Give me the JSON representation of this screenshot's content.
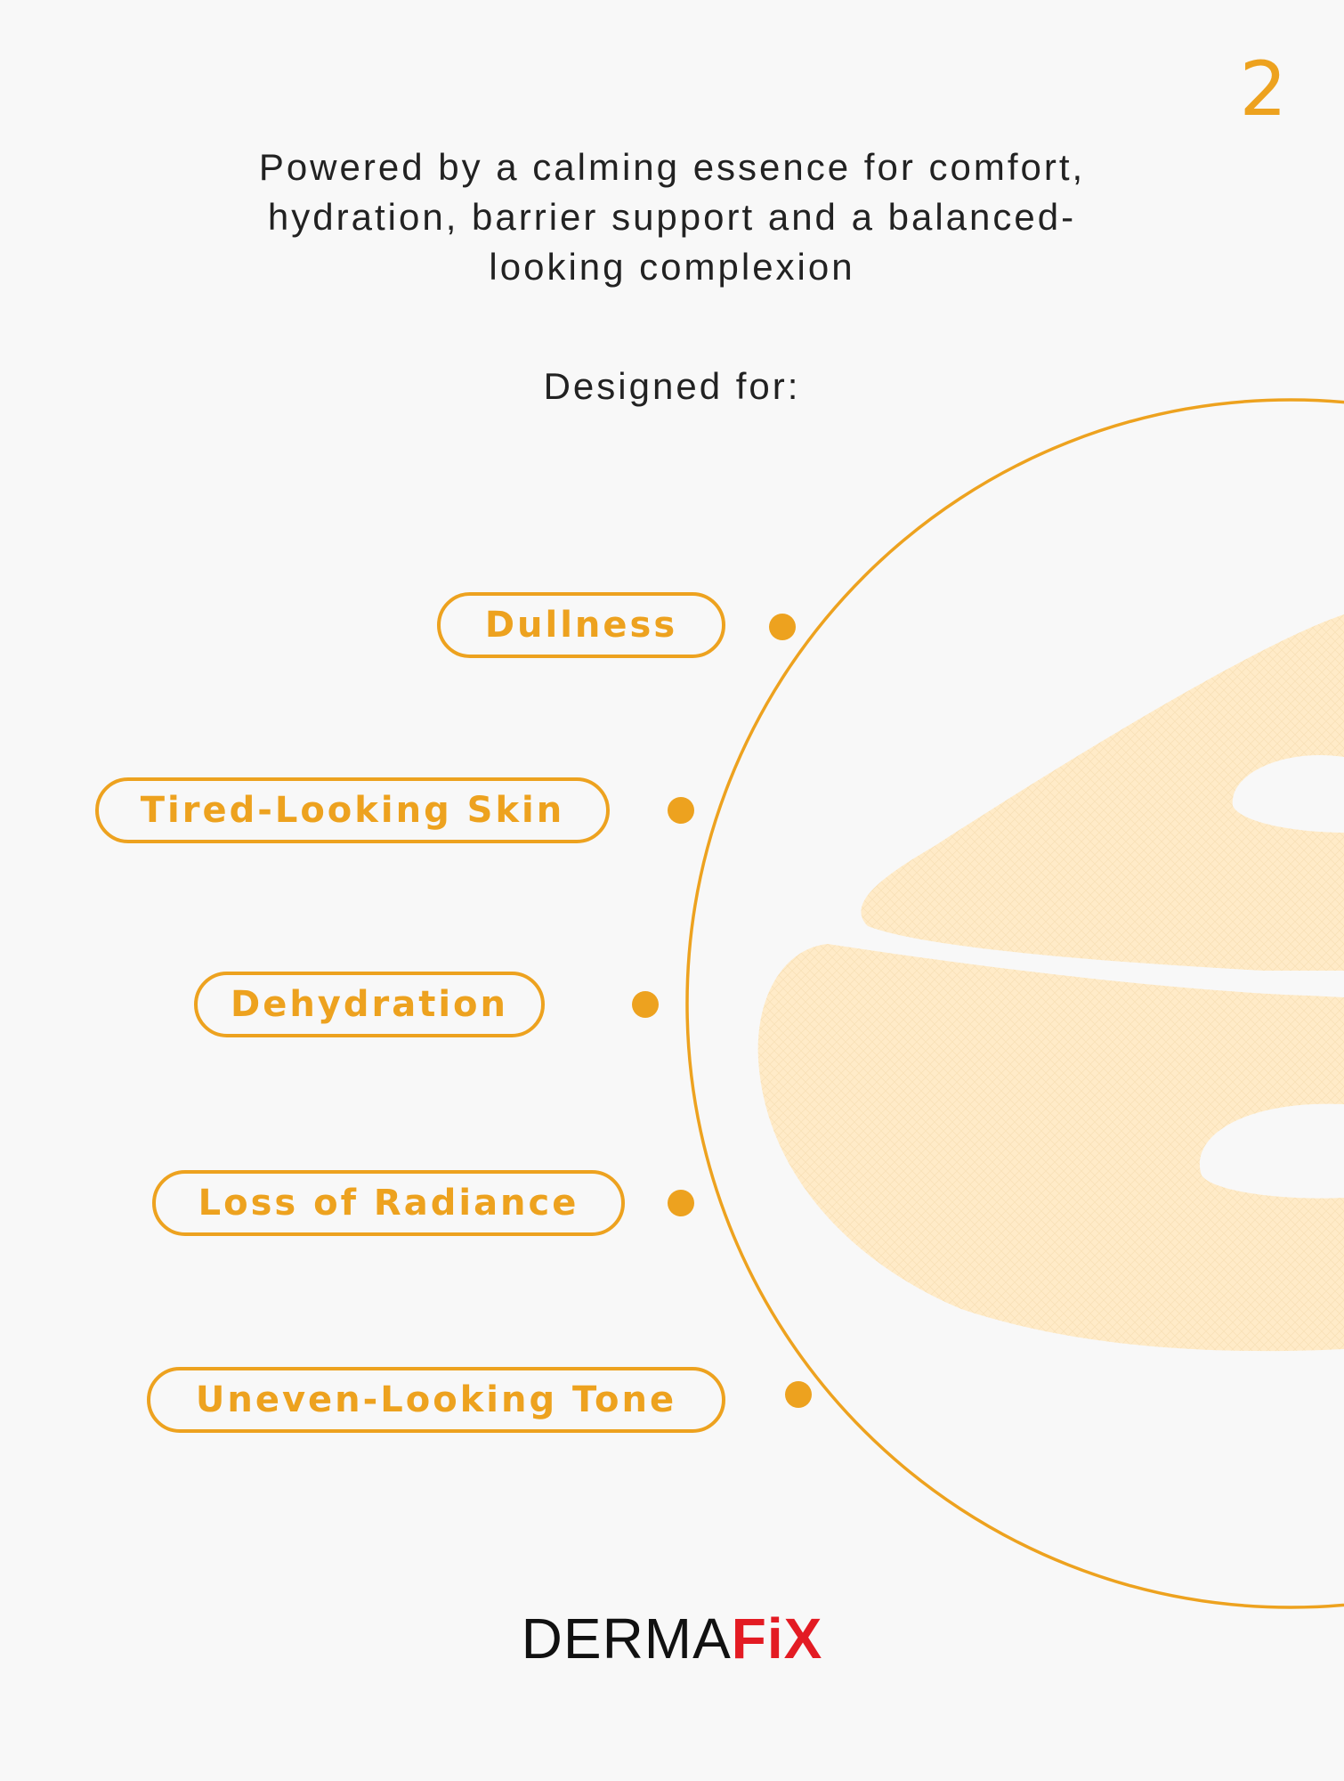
{
  "page_number": "2",
  "intro": {
    "line1": "Powered by a calming essence for comfort,",
    "line2": "hydration, barrier support and a balanced-",
    "line3": "looking complexion"
  },
  "designed_for_label": "Designed for:",
  "concerns": [
    "Dullness",
    "Tired-Looking Skin",
    "Dehydration",
    "Loss of Radiance",
    "Uneven-Looking Tone"
  ],
  "logo": {
    "part1": "DERMA",
    "part2": "FiX"
  },
  "colors": {
    "accent": "#eda21f",
    "text": "#222222",
    "background": "#f8f8f8",
    "mask": "#ffeccc",
    "logo_red": "#e31b23"
  },
  "image": {
    "subject": "sheet-mask-image"
  }
}
